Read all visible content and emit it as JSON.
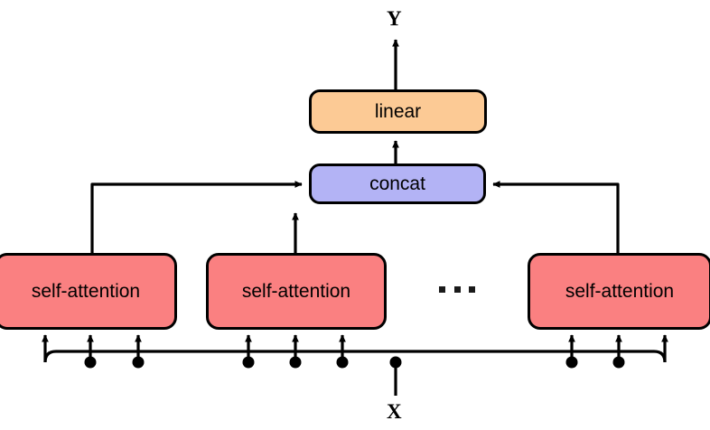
{
  "diagram": {
    "title": "Multi-head self-attention block diagram",
    "colors": {
      "linear_fill": "#fcca95",
      "concat_fill": "#b3b3f5",
      "attention_fill": "#fa8081",
      "stroke": "#000000",
      "background": "#ffffff"
    },
    "io": {
      "output_label": "Y",
      "input_label": "X"
    },
    "nodes": {
      "linear": {
        "label": "linear"
      },
      "concat": {
        "label": "concat"
      },
      "attention_heads": [
        {
          "label": "self-attention"
        },
        {
          "label": "self-attention"
        },
        {
          "label": "self-attention"
        }
      ]
    },
    "ellipsis": {
      "label": "...",
      "dot_count": 3
    }
  }
}
